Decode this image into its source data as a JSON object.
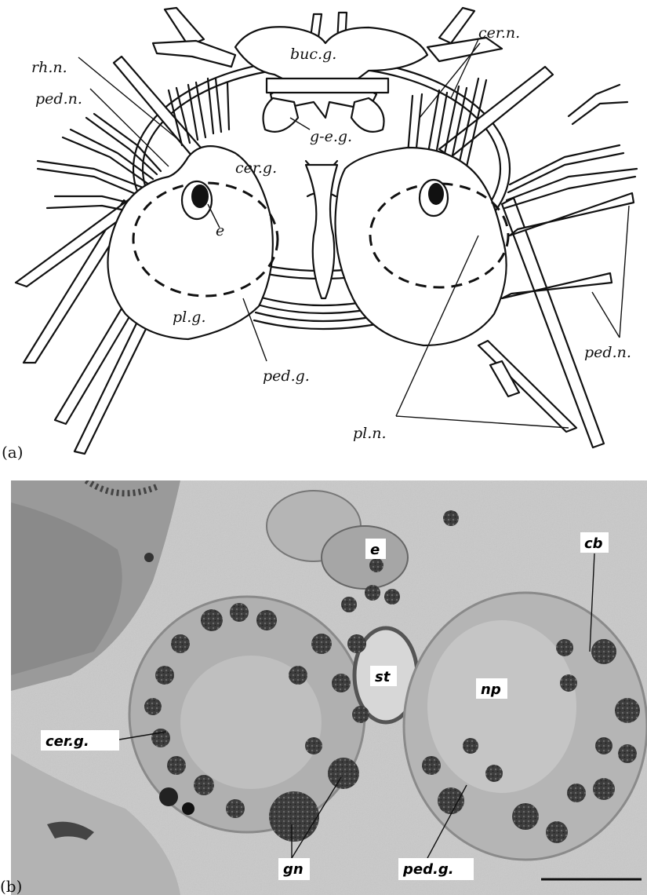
{
  "panel_a": {
    "panel_label": "(a)",
    "labels": {
      "rh_n": "rh.n.",
      "ped_n_left": "ped.n.",
      "buc_g": "buc.g.",
      "cer_n": "cer.n.",
      "g_e_g": "g-e.g.",
      "cer_g": "cer.g.",
      "e": "e",
      "pl_g": "pl.g.",
      "ped_g": "ped.g.",
      "ped_n_right": "ped.n.",
      "pl_n": "pl.n."
    }
  },
  "panel_b": {
    "panel_label": "(b)",
    "labels": {
      "e": "e",
      "cb": "cb",
      "st": "st",
      "np": "np",
      "cer_g": "cer.g.",
      "gn": "gn",
      "ped_g": "ped.g."
    }
  }
}
